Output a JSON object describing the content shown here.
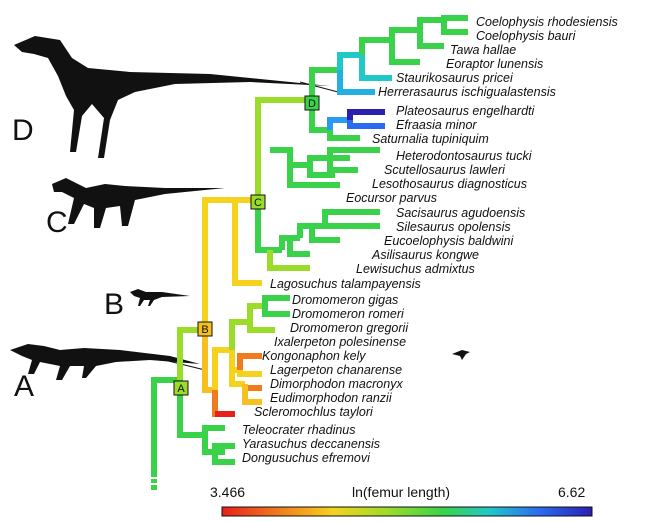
{
  "taxa": [
    "Coelophysis rhodesiensis",
    "Coelophysis bauri",
    "Tawa hallae",
    "Eoraptor lunensis",
    "Staurikosaurus pricei",
    "Herrerasaurus ischigualastensis",
    "Plateosaurus engelhardti",
    "Efraasia minor",
    "Saturnalia tupiniquim",
    "Heterodontosaurus tucki",
    "Scutellosaurus lawleri",
    "Lesothosaurus diagnosticus",
    "Eocursor parvus",
    "Sacisaurus agudoensis",
    "Silesaurus opolensis",
    "Eucoelophysis baldwini",
    "Asilisaurus kongwe",
    "Lewisuchus admixtus",
    "Lagosuchus talampayensis",
    "Dromomeron gigas",
    "Dromomeron romeri",
    "Dromomeron gregorii",
    "Ixalerpeton polesinense",
    "Kongonaphon kely",
    "Lagerpeton chanarense",
    "Dimorphodon macronyx",
    "Eudimorphodon ranzii",
    "Scleromochlus taylori",
    "Teleocrater rhadinus",
    "Yarasuchus deccanensis",
    "Dongusuchus efremovi"
  ],
  "node_labels": [
    "A",
    "B",
    "C",
    "D"
  ],
  "silhouette_letters": [
    "D",
    "C",
    "B",
    "A"
  ],
  "scale": {
    "min": "3.466",
    "max": "6.62",
    "label": "ln(femur length)",
    "colors": [
      "#e8201a",
      "#f07a1e",
      "#f5d21e",
      "#9bdc2a",
      "#39d24a",
      "#22c8c8",
      "#2a6af0",
      "#2b1fb0"
    ]
  },
  "icons": [
    "theropod-silhouette",
    "sauropodomorph-silhouette",
    "lagerpetid-silhouette",
    "archosaur-silhouette",
    "pterosaur-silhouette"
  ]
}
